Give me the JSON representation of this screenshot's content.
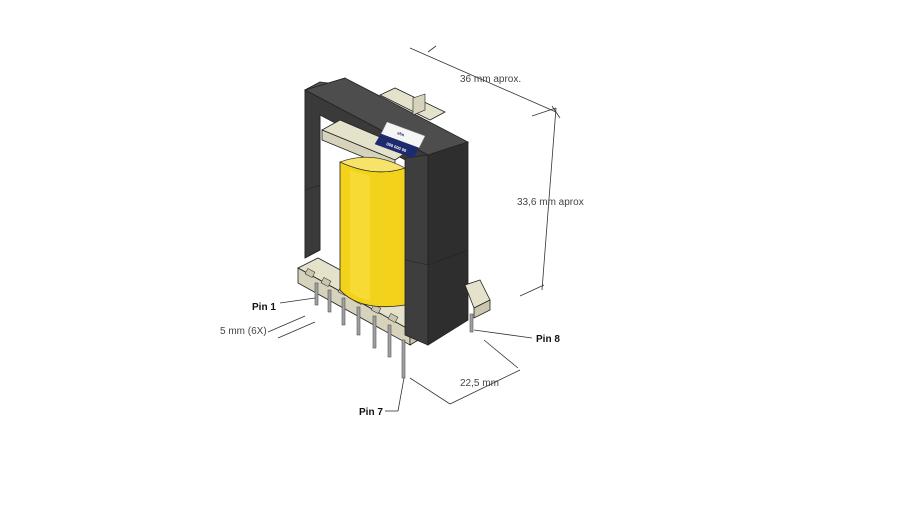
{
  "colors": {
    "core_dark": "#4a4a4a",
    "core_front": "#3b3b3b",
    "core_side": "#2c2c2c",
    "coil_yellow": "#f2d21a",
    "coil_shade": "#d9b500",
    "bobbin": "#e5e2cc",
    "bobbin_shade": "#c9c5ae",
    "pin": "#9a9a9a",
    "label_blue": "#1e2a6e"
  },
  "dimensions": {
    "width": "36 mm aprox.",
    "height": "33,6 mm aprox",
    "depth": "22,5 mm",
    "pitch": "5 mm  (6X)"
  },
  "pins": {
    "first": "Pin 1",
    "seventh": "Pin 7",
    "eighth": "Pin 8"
  },
  "product_label": {
    "brand": "elm",
    "line2": "",
    "part": "000 000 00"
  }
}
